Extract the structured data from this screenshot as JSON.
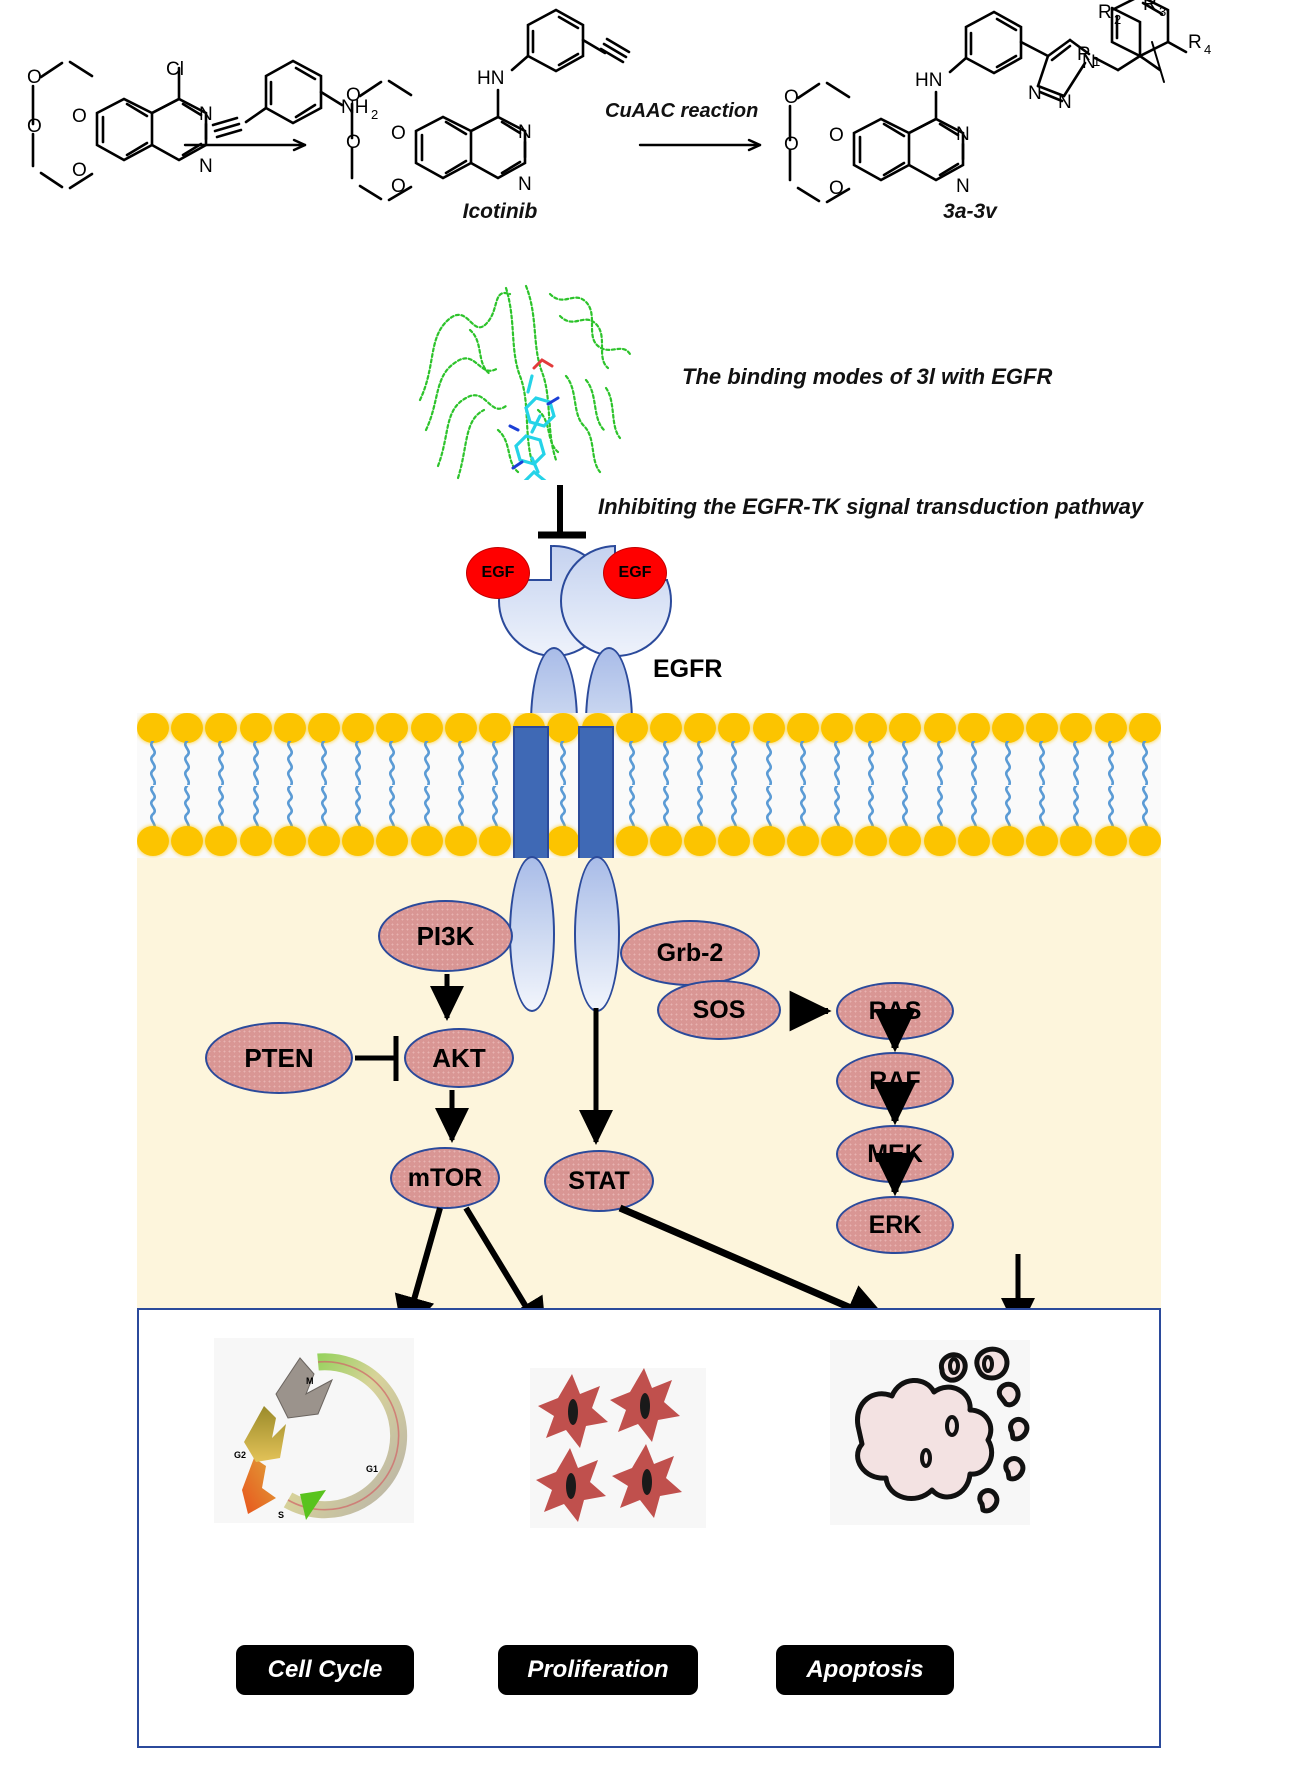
{
  "scheme": {
    "reagent_label": "CuAAC reaction",
    "product1_label": "Icotinib",
    "product2_label": "3a-3v",
    "atoms": {
      "cl": "Cl",
      "n": "N",
      "o": "O",
      "hn": "HN",
      "nh2": "NH",
      "nh2_sub": "2",
      "r1": "R",
      "r1_sub": "1",
      "r2": "R",
      "r2_sub": "2",
      "r3": "R",
      "r3_sub": "3",
      "r4": "R",
      "r4_sub": "4"
    }
  },
  "docking": {
    "caption": "The binding modes of 3l with EGFR"
  },
  "inhibition": {
    "caption": "Inhibiting the EGFR-TK signal transduction pathway"
  },
  "receptor": {
    "ligand_left": "EGF",
    "ligand_right": "EGF",
    "name": "EGFR"
  },
  "pathway": {
    "nodes": [
      {
        "id": "pi3k",
        "label": "PI3K"
      },
      {
        "id": "grb2",
        "label": "Grb-2"
      },
      {
        "id": "sos",
        "label": "SOS"
      },
      {
        "id": "ras",
        "label": "RAS"
      },
      {
        "id": "raf",
        "label": "RAF"
      },
      {
        "id": "mek",
        "label": "MEK"
      },
      {
        "id": "erk",
        "label": "ERK"
      },
      {
        "id": "pten",
        "label": "PTEN"
      },
      {
        "id": "akt",
        "label": "AKT"
      },
      {
        "id": "mtor",
        "label": "mTOR"
      },
      {
        "id": "stat",
        "label": "STAT"
      }
    ]
  },
  "outcomes": [
    {
      "id": "cell-cycle",
      "label": "Cell Cycle"
    },
    {
      "id": "proliferation",
      "label": "Proliferation"
    },
    {
      "id": "apoptosis",
      "label": "Apoptosis"
    }
  ],
  "cell_cycle_phases": {
    "m": "M",
    "g1": "G1",
    "g2": "G2",
    "s": "S"
  },
  "colors": {
    "membrane_head": "#FCC400",
    "membrane_tail": "#5B9BD5",
    "receptor_blue": "#3f69b5",
    "receptor_outline": "#2b4a9b",
    "node_fill": "#D99694",
    "cytoplasm": "#FDF5DC",
    "egf_red": "#FF0000",
    "protein_green": "#22C020",
    "ligand_cyan": "#25D3E8"
  }
}
